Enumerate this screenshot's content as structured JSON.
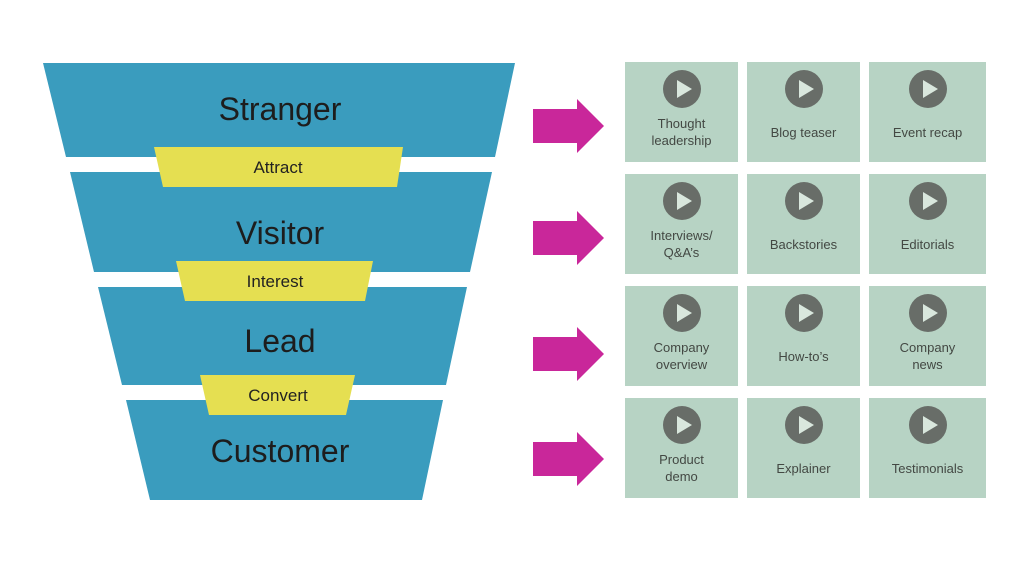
{
  "colors": {
    "background": "#ffffff",
    "funnel_blue": "#3a9cbe",
    "band_yellow": "#e5df51",
    "arrow_magenta": "#c9279a",
    "card_green": "#b7d3c4",
    "play_gray": "#686d68",
    "play_triangle": "#d9e7dd",
    "stage_text": "#1d1d1d",
    "card_text": "#434843"
  },
  "funnel": {
    "stages": [
      "Stranger",
      "Visitor",
      "Lead",
      "Customer"
    ],
    "bands": [
      "Attract",
      "Interest",
      "Convert"
    ]
  },
  "grid": {
    "rows": [
      {
        "cells": [
          {
            "label": "Thought\nleadership"
          },
          {
            "label": "Blog teaser"
          },
          {
            "label": "Event recap"
          }
        ]
      },
      {
        "cells": [
          {
            "label": "Interviews/\nQ&A’s"
          },
          {
            "label": "Backstories"
          },
          {
            "label": "Editorials"
          }
        ]
      },
      {
        "cells": [
          {
            "label": "Company\noverview"
          },
          {
            "label": "How-to’s"
          },
          {
            "label": "Company\nnews"
          }
        ]
      },
      {
        "cells": [
          {
            "label": "Product\ndemo"
          },
          {
            "label": "Explainer"
          },
          {
            "label": "Testimonials"
          }
        ]
      }
    ]
  }
}
